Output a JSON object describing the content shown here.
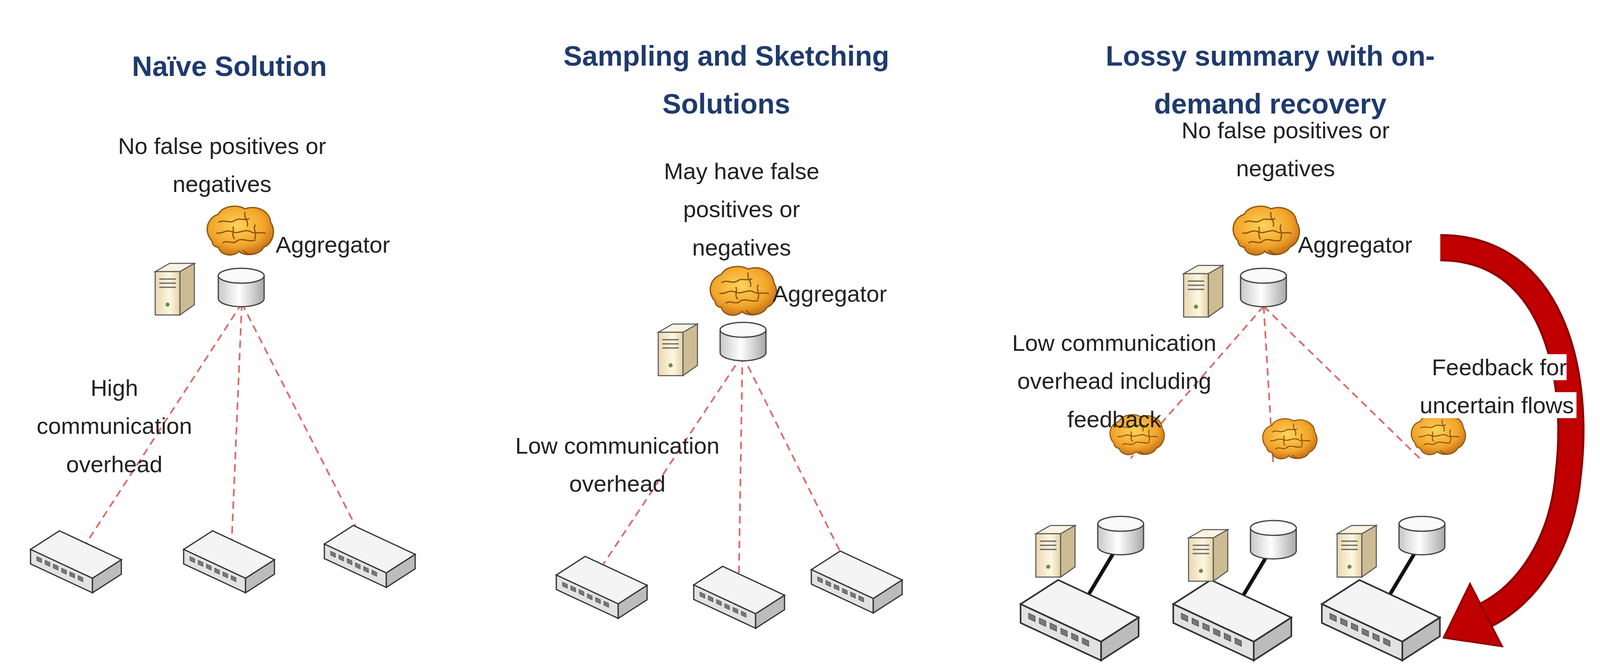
{
  "diagram": {
    "nodes": [
      {
        "text": [
          "Aggregator"
        ]
      },
      {
        "text": [
          "Aggregator"
        ]
      },
      {
        "text": [
          "Aggregator"
        ]
      }
    ],
    "labels": [
      "Naïve Solution",
      "No false positives or negatives",
      "High communication overhead",
      "Sampling and Sketching Solutions",
      "May have false positives or negatives",
      "Low communication overhead",
      "Lossy summary with on-demand recovery",
      "No false positives or negatives",
      "Low communication overhead including feedback",
      "Feedback for uncertain flows"
    ]
  }
}
